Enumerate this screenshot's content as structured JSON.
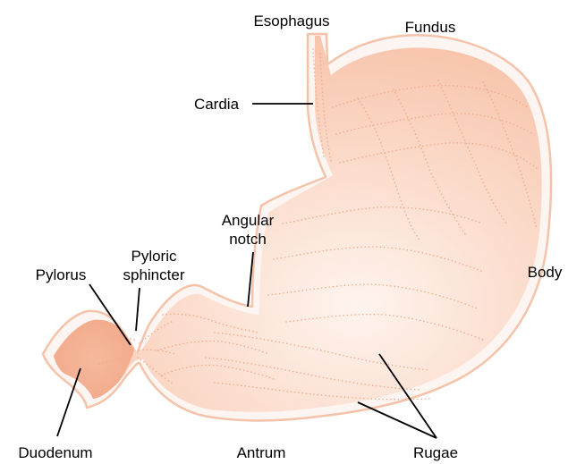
{
  "labels": {
    "esophagus": "Esophagus",
    "fundus": "Fundus",
    "cardia": "Cardia",
    "angular_notch_line1": "Angular",
    "angular_notch_line2": "notch",
    "pyloric_sphincter_line1": "Pyloric",
    "pyloric_sphincter_line2": "sphincter",
    "pylorus": "Pylorus",
    "body": "Body",
    "duodenum": "Duodenum",
    "antrum": "Antrum",
    "rugae": "Rugae"
  },
  "colors": {
    "outline": "#f4c3aa",
    "wall": "#fdf5f1",
    "lumen": "#f8c9b2",
    "lumen_light": "#fdeee6",
    "rugae_dots": "#f2a98a",
    "text": "#000000"
  }
}
